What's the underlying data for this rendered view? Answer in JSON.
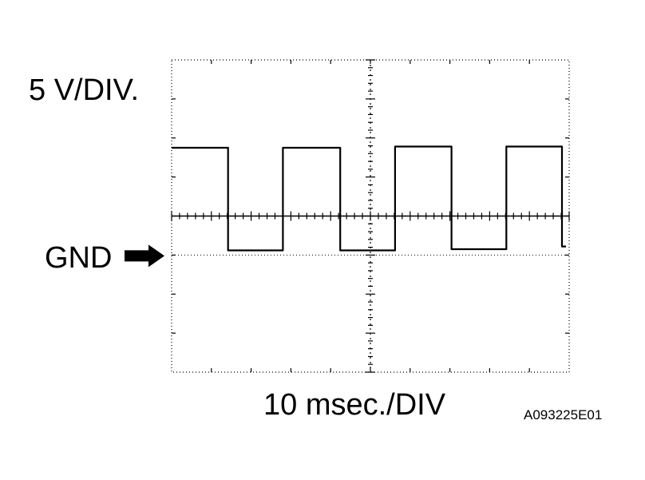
{
  "chart_data": {
    "type": "line",
    "volts_per_div_label": "5 V/DIV.",
    "time_per_div_label": "10 msec./DIV",
    "ground_label": "GND",
    "figure_id": "A093225E01",
    "grid": true,
    "x_divisions": 10,
    "y_divisions": 8,
    "xlim_div": [
      0,
      10
    ],
    "ylim_div": [
      -4,
      4
    ],
    "ground_level_div": -1,
    "series": [
      {
        "x": [
          0,
          1.42,
          1.42,
          2.8,
          2.8,
          4.24,
          4.24,
          5.62,
          5.62,
          7.04,
          7.04,
          8.42,
          8.42,
          9.82,
          9.82,
          9.92
        ],
        "y": [
          1.75,
          1.75,
          -0.88,
          -0.88,
          1.75,
          1.75,
          -0.88,
          -0.88,
          1.78,
          1.78,
          -0.85,
          -0.85,
          1.78,
          1.78,
          -0.78,
          -0.78
        ]
      }
    ],
    "trace_color": "#000000"
  }
}
